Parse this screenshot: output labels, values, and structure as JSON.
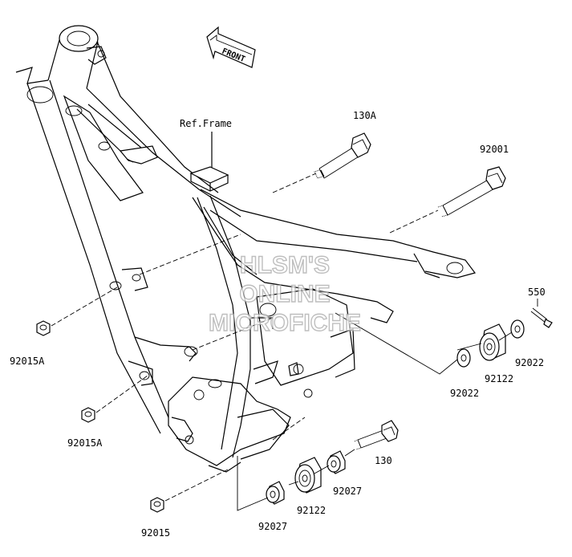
{
  "front_arrow": {
    "label": "FRONT"
  },
  "reference": {
    "label": "Ref.Frame"
  },
  "watermark": {
    "lines": [
      "HLSM'S",
      "ONLINE",
      "MICROFICHE"
    ]
  },
  "parts": {
    "bolt_130A": "130A",
    "bolt_92001": "92001",
    "pin_550": "550",
    "nut_92015A_upper": "92015A",
    "nut_92015A_lower": "92015A",
    "nut_92015": "92015",
    "washer_92022_right": "92022",
    "washer_92022_left": "92022",
    "bushing_92122_right": "92122",
    "bushing_92122_lower": "92122",
    "bolt_130": "130",
    "collar_92027_right": "92027",
    "collar_92027_left": "92027"
  },
  "colors": {
    "line": "#000000",
    "watermark_outline": "#a9a9a9",
    "background": "#ffffff"
  }
}
